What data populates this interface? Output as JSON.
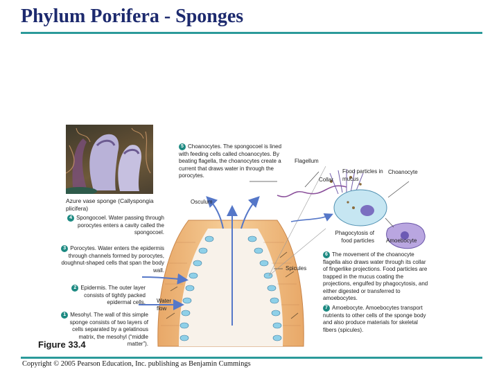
{
  "slide": {
    "title": "Phylum Porifera - Sponges",
    "figure": "Figure 33.4",
    "copyright": "Copyright © 2005 Pearson Education, Inc. publishing as Benjamin Cummings"
  },
  "photo": {
    "caption": "Azure vase sponge (Callyspongia plicifera)"
  },
  "steps": [
    {
      "n": "1",
      "title": "Mesohyl.",
      "text": "The wall of this simple sponge consists of two layers of cells separated by a gelatinous matrix, the mesohyl (“middle matter”)."
    },
    {
      "n": "2",
      "title": "Epidermis.",
      "text": "The outer layer consists of tightly packed epidermal cells."
    },
    {
      "n": "3",
      "title": "Porocytes.",
      "text": "Water enters the epidermis through channels formed by porocytes, doughnut-shaped cells that span the body wall."
    },
    {
      "n": "4",
      "title": "Spongocoel.",
      "text": "Water passing through porocytes enters a cavity called the spongocoel."
    },
    {
      "n": "5",
      "title": "Choanocytes.",
      "text": "The spongocoel is lined with feeding cells called choanocytes. By beating flagella, the choanocytes create a current that draws water in through the porocytes."
    },
    {
      "n": "6",
      "title": "",
      "text": "The movement of the choanocyte flagella also draws water through its collar of fingerlike projections. Food particles are trapped in the mucus coating the projections, engulfed by phagocytosis, and either digested or transferred to amoebocytes."
    },
    {
      "n": "7",
      "title": "Amoebocyte.",
      "text": "Amoebocytes transport nutrients to other cells of the sponge body and also produce materials for skeletal fibers (spicules)."
    }
  ],
  "labels": {
    "osculum": "Osculum",
    "spicules": "Spicules",
    "water_flow": "Water flow",
    "flagellum": "Flagellum",
    "collar": "Collar",
    "food_particles": "Food particles in mucus",
    "choanocyte": "Choanocyte",
    "phagocytosis": "Phagocytosis of food particles",
    "amoebocyte": "Amoebocyte"
  },
  "colors": {
    "title": "#1d2a6e",
    "rule": "#2b9a9a",
    "step_badge": "#1d8a82",
    "water_arrow": "#5577c8",
    "body_wall": "#f0c08a",
    "choanocyte_cell": "#8fd0e8"
  }
}
